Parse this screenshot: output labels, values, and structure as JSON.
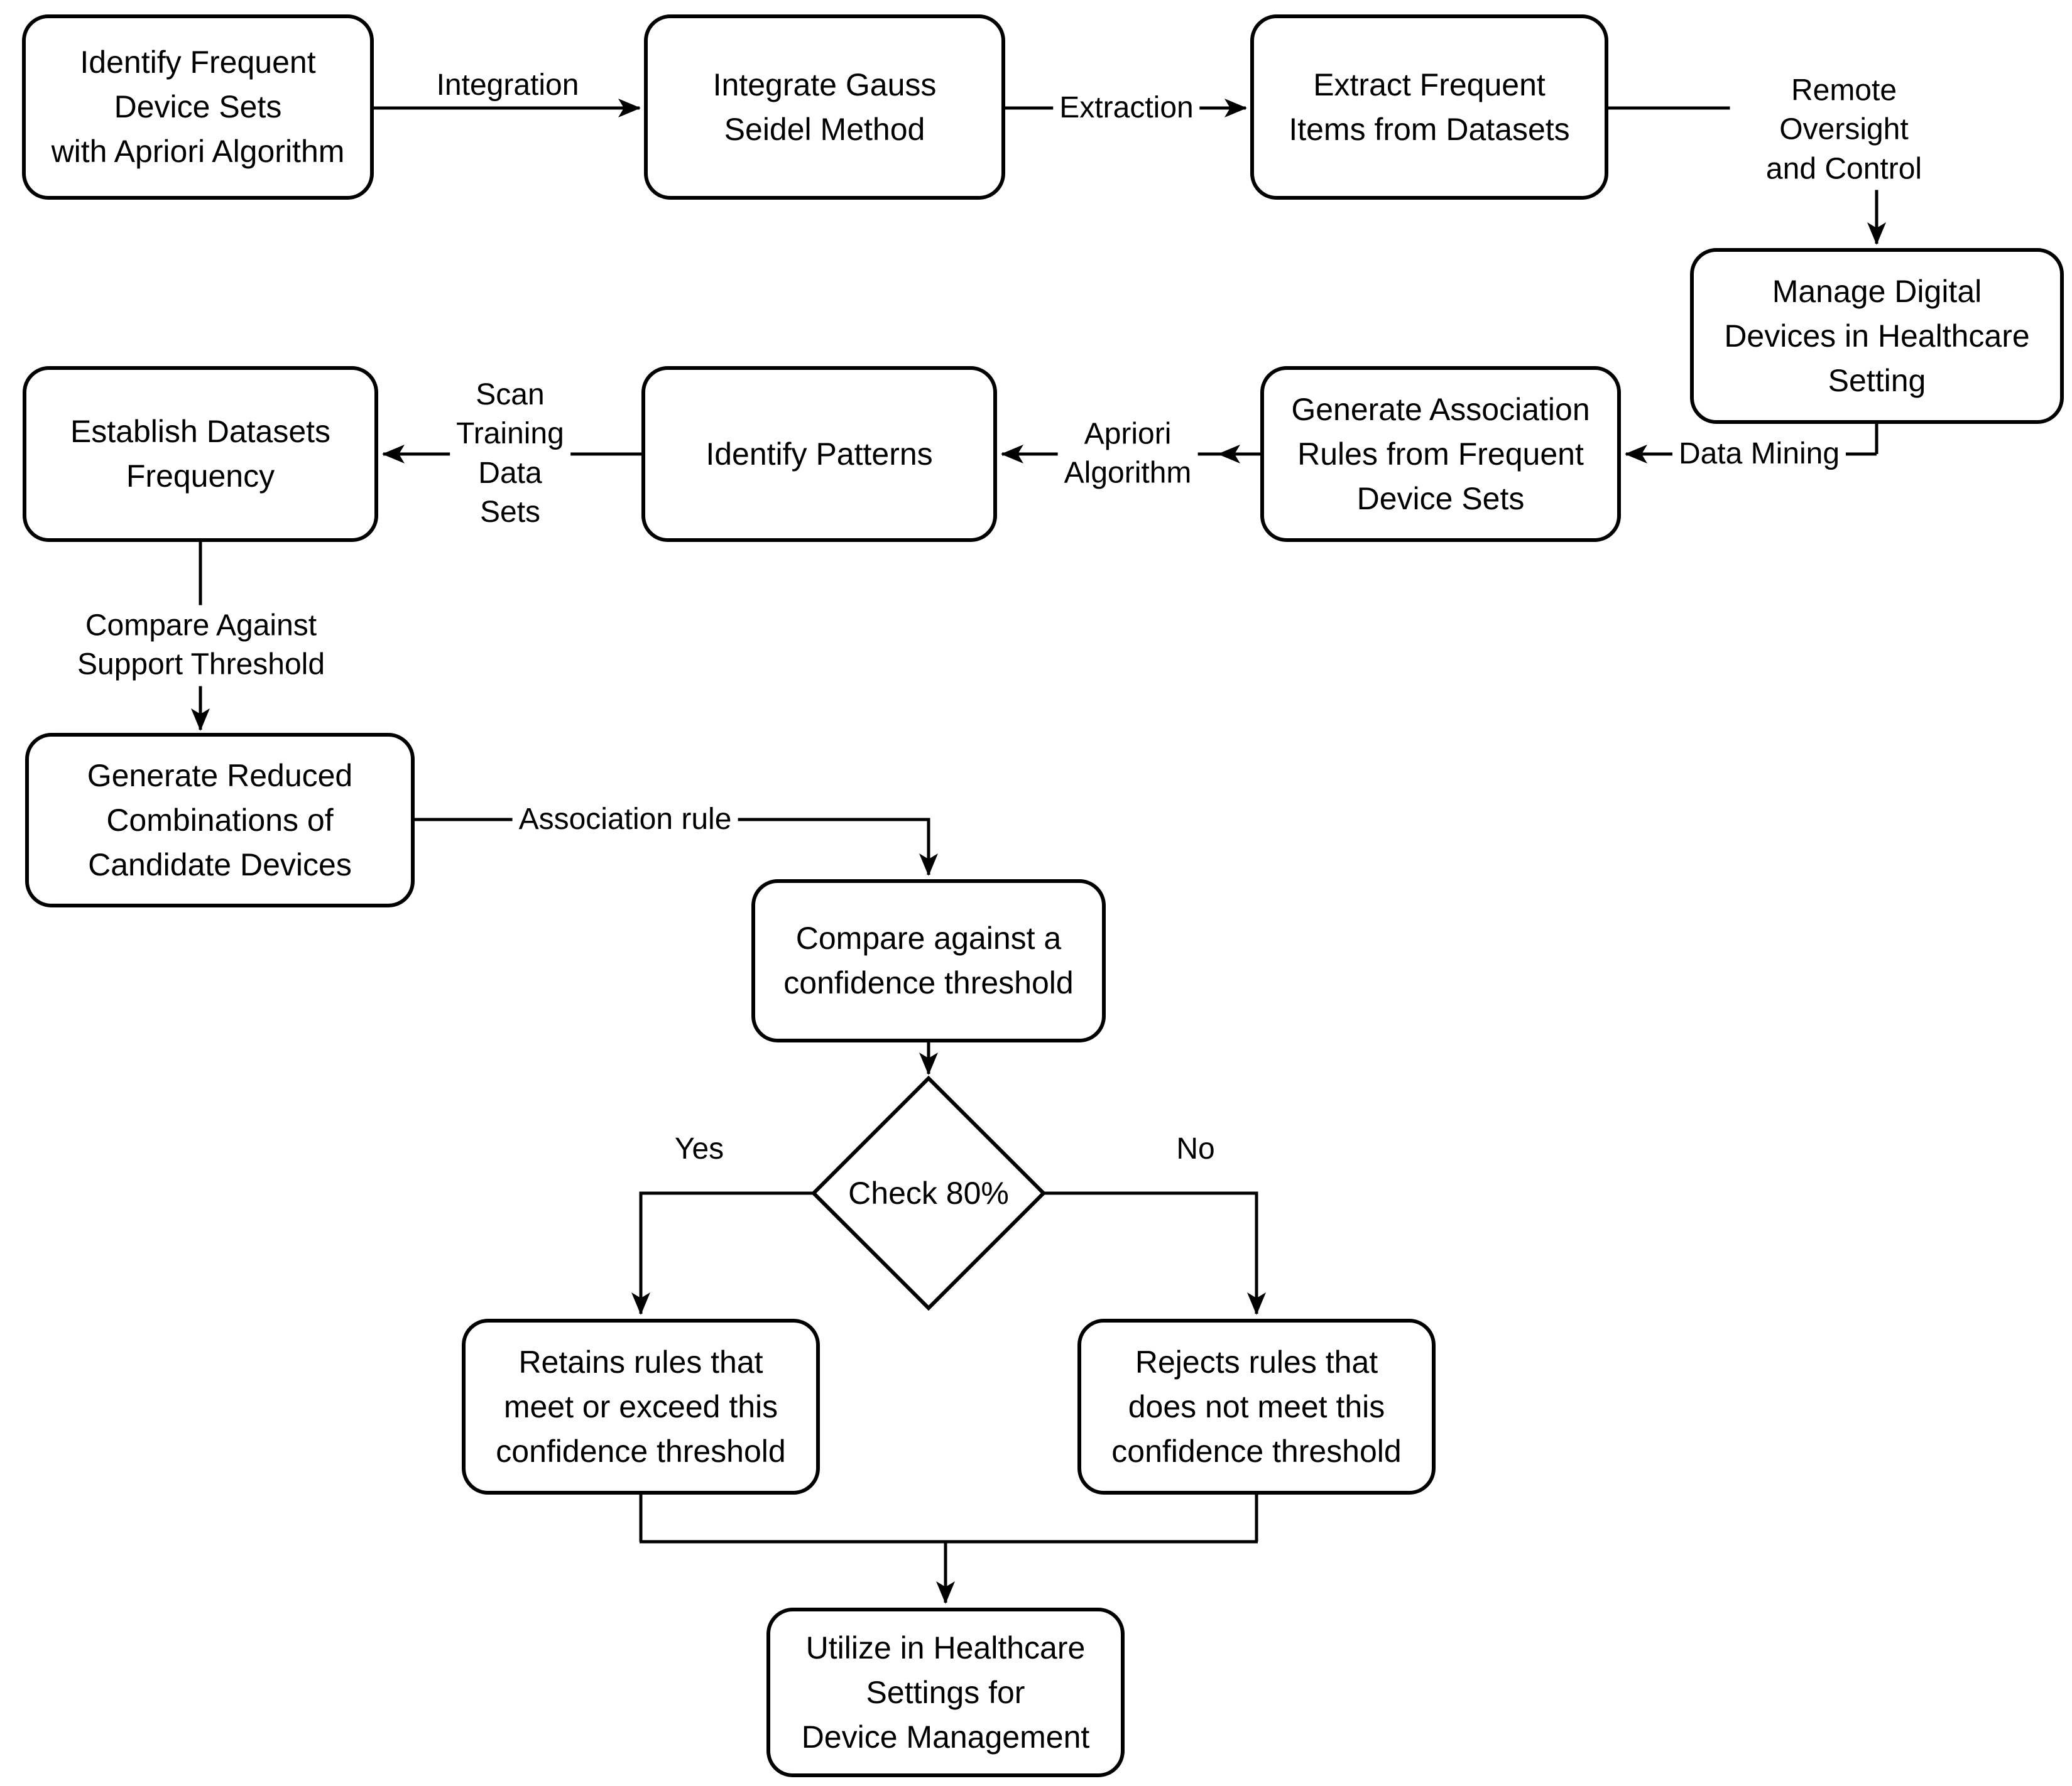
{
  "diagram": {
    "type": "flowchart",
    "background_color": "#ffffff",
    "stroke_color": "#000000",
    "node_fill_color": "#ffffff",
    "text_color": "#000000"
  },
  "nodes": {
    "identify_frequent": {
      "label": "Identify Frequent\nDevice Sets\nwith Apriori Algorithm",
      "shape": "rounded-rect"
    },
    "integrate_gauss": {
      "label": "Integrate Gauss\nSeidel Method",
      "shape": "rounded-rect"
    },
    "extract_frequent": {
      "label": "Extract Frequent\nItems from Datasets",
      "shape": "rounded-rect"
    },
    "manage_digital": {
      "label": "Manage Digital\nDevices in Healthcare\nSetting",
      "shape": "rounded-rect"
    },
    "generate_association": {
      "label": "Generate Association\nRules from Frequent\nDevice Sets",
      "shape": "rounded-rect"
    },
    "identify_patterns": {
      "label": "Identify Patterns",
      "shape": "rounded-rect"
    },
    "establish_datasets": {
      "label": "Establish Datasets\nFrequency",
      "shape": "rounded-rect"
    },
    "generate_reduced": {
      "label": "Generate Reduced\nCombinations of\nCandidate Devices",
      "shape": "rounded-rect"
    },
    "compare_confidence": {
      "label": "Compare against a\nconfidence threshold",
      "shape": "rounded-rect"
    },
    "check_decision": {
      "label": "Check 80%",
      "shape": "diamond"
    },
    "retains_rules": {
      "label": "Retains rules that\nmeet or exceed this\nconfidence threshold",
      "shape": "rounded-rect"
    },
    "rejects_rules": {
      "label": "Rejects rules that\ndoes not meet this\nconfidence threshold",
      "shape": "rounded-rect"
    },
    "utilize_healthcare": {
      "label": "Utilize in Healthcare\nSettings for\nDevice Management",
      "shape": "rounded-rect"
    }
  },
  "edge_labels": {
    "integration": "Integration",
    "extraction": "Extraction",
    "remote_oversight": "Remote Oversight\nand Control",
    "data_mining": "Data Mining",
    "apriori_algorithm": "Apriori\nAlgorithm",
    "scan_training": "Scan\nTraining\nData\nSets",
    "compare_support": "Compare Against\nSupport Threshold",
    "association_rule": "Association rule",
    "yes": "Yes",
    "no": "No"
  }
}
